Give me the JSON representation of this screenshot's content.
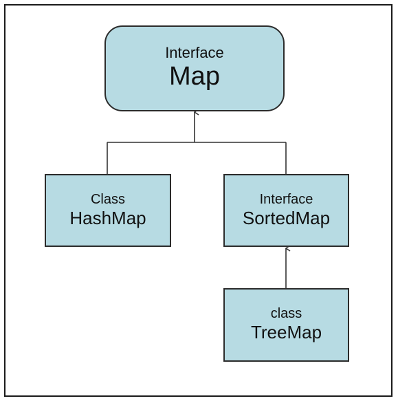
{
  "diagram": {
    "nodes": {
      "map": {
        "kind": "Interface",
        "name": "Map"
      },
      "hashmap": {
        "kind": "Class",
        "name": "HashMap"
      },
      "sortedmap": {
        "kind": "Interface",
        "name": "SortedMap"
      },
      "treemap": {
        "kind": "class",
        "name": "TreeMap"
      }
    },
    "edges": [
      {
        "from": "hashmap",
        "to": "map"
      },
      {
        "from": "sortedmap",
        "to": "map"
      },
      {
        "from": "treemap",
        "to": "sortedmap"
      }
    ],
    "colors": {
      "box_fill": "#b7dbe3",
      "box_border": "#2b2b2b",
      "line": "#333333"
    }
  }
}
